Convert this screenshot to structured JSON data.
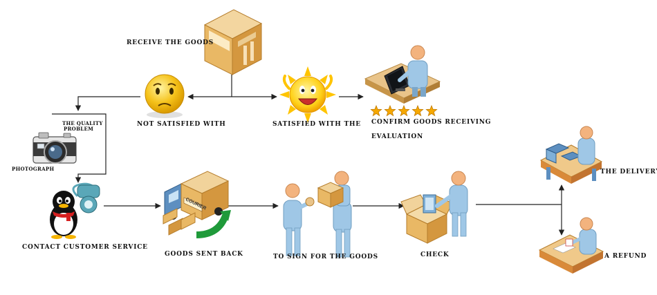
{
  "labels": {
    "receive_goods": "RECEIVE THE GOODS",
    "not_satisfied": "NOT SATISFIED WITH",
    "satisfied": "SATISFIED WITH THE",
    "confirm_receiving": "CONFIRM GOODS RECEIVING",
    "evaluation": "EVALUATION",
    "quality_problem_line1": "THE QUALITY",
    "quality_problem_line2": "PROBLEM",
    "photograph": "PHOTOGRAPH",
    "contact_service": "CONTACT CUSTOMER SERVICE",
    "goods_sent_back": "GOODS SENT BACK",
    "sign_for_goods": "TO SIGN FOR THE GOODS",
    "check": "CHECK",
    "delivery": "THE DELIVERY",
    "refund": "A REFUND",
    "courier_box": "COURIER"
  },
  "rating": {
    "stars": 5
  },
  "colors": {
    "line": "#222222",
    "box": "#e8b865",
    "box_dark": "#c98f3a",
    "figure": "#9fc7e6",
    "skin": "#f3b37e",
    "smiley": "#f5c21a",
    "star": "#f6a800",
    "arrow_green": "#1f9a3a"
  }
}
